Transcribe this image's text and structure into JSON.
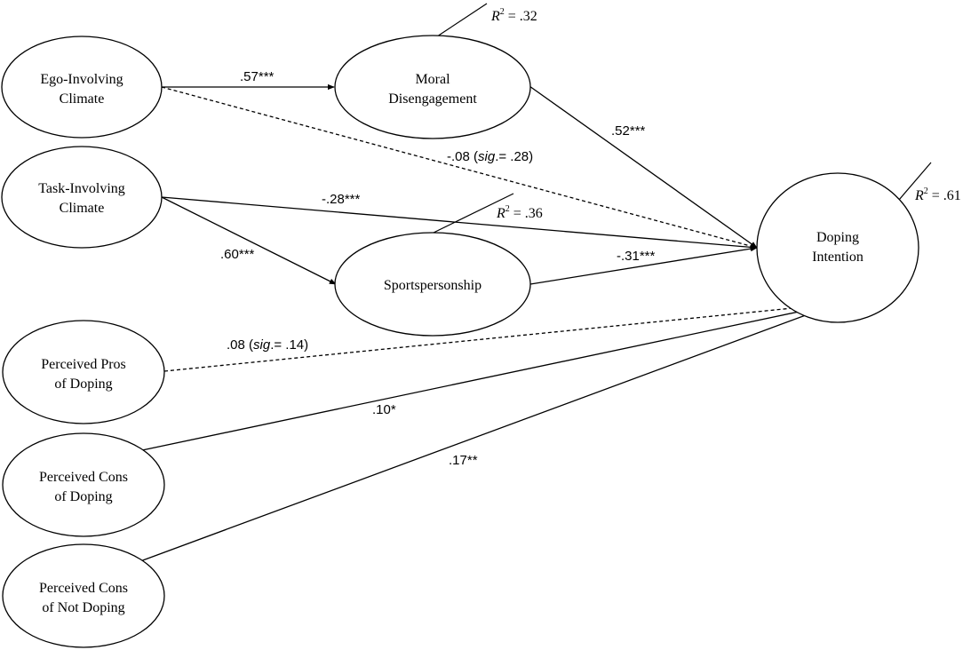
{
  "nodes": {
    "ego": {
      "line1": "Ego-Involving",
      "line2": "Climate"
    },
    "task": {
      "line1": "Task-Involving",
      "line2": "Climate"
    },
    "pros": {
      "line1": "Perceived Pros",
      "line2": "of Doping"
    },
    "cons": {
      "line1": "Perceived Cons",
      "line2": "of Doping"
    },
    "consnot": {
      "line1": "Perceived Cons",
      "line2": "of Not Doping"
    },
    "moral": {
      "line1": "Moral",
      "line2": "Disengagement"
    },
    "sport": {
      "line1": "Sportspersonship"
    },
    "doping": {
      "line1": "Doping",
      "line2": "Intention"
    }
  },
  "paths": {
    "ego_moral": ".57***",
    "ego_doping_value": "-.08 (",
    "ego_doping_sig": "sig",
    "ego_doping_p": ".= .28)",
    "moral_doping": ".52***",
    "task_doping": "-.28***",
    "task_sport": ".60***",
    "sport_doping": "-.31***",
    "pros_doping_value": ".08  (",
    "pros_doping_sig": "sig",
    "pros_doping_p": ".= .14)",
    "cons_doping": ".10*",
    "consnot_doping": ".17**"
  },
  "r_squared": {
    "symbol": "R",
    "exponent": "2",
    "moral": " = .32",
    "sport": " = .36",
    "doping": " = .61"
  }
}
